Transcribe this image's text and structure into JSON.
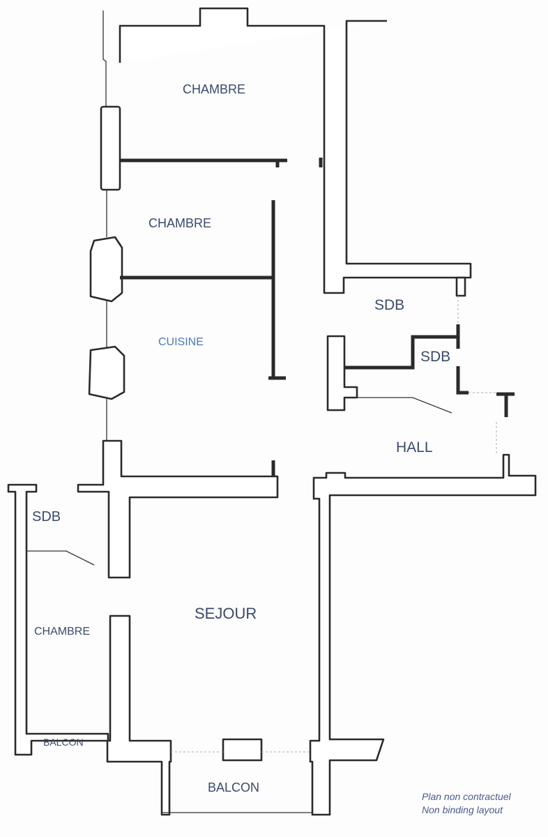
{
  "rooms": {
    "chambre_top": "CHAMBRE",
    "chambre_mid": "CHAMBRE",
    "cuisine": "CUISINE",
    "sdb_right": "SDB",
    "sdb_small": "SDB",
    "hall": "HALL",
    "sdb_left": "SDB",
    "sejour": "SEJOUR",
    "chambre_left": "CHAMBRE",
    "balcon_left": "BALCON",
    "balcon_bottom": "BALCON"
  },
  "note": {
    "line1": "Plan non contractuel",
    "line2": "Non binding layout"
  },
  "colors": {
    "wall": "#2a2a2a",
    "label": "#3a4a6a",
    "cuisine_label": "#4a7ab0"
  }
}
